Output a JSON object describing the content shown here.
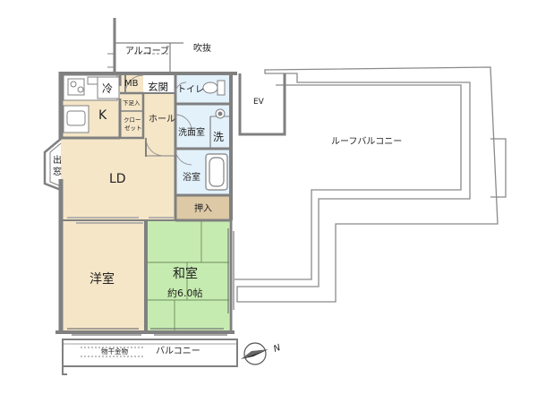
{
  "labels": {
    "alcove": "アルコーブ",
    "fukinuke": "吹抜",
    "mb": "MB",
    "genkan": "玄関",
    "toilet": "トイレ",
    "ev": "EV",
    "rei": "冷",
    "k": "K",
    "getabako": "下足入",
    "closet": "クロー\nゼット",
    "hall": "ホール",
    "senmenshitsu": "洗面室",
    "sen": "洗",
    "mado": "出\n窓",
    "ld": "LD",
    "yokushitsu": "浴室",
    "oshiire": "押入",
    "roof_balcony": "ルーフバルコニー",
    "youshitsu": "洋室",
    "washitsu": "和室",
    "washitsu_size": "約6.0帖",
    "monohoshi": "物干金物",
    "balcony": "バルコニー",
    "compass_n": "N"
  },
  "colors": {
    "wall": "#808080",
    "floor_wood": "#f5e6c8",
    "tatami": "#c6ebb0",
    "wet_area": "#e3f1fb",
    "oshiire": "#ddc9a6",
    "mb_box": "#ffffff"
  }
}
